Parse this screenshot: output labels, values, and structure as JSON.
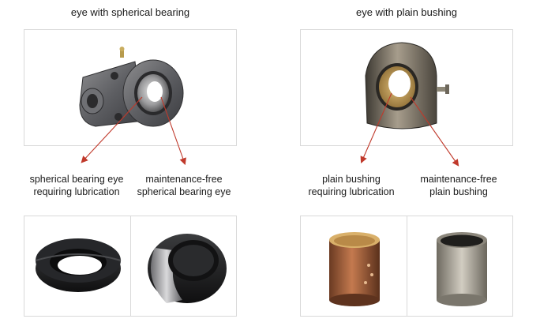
{
  "left": {
    "title": "eye with spherical bearing",
    "labels": {
      "a_line1": "spherical bearing eye",
      "a_line2": "requiring lubrication",
      "b_line1": "maintenance-free",
      "b_line2": "spherical bearing eye"
    }
  },
  "right": {
    "title": "eye with plain bushing",
    "labels": {
      "a_line1": "plain bushing",
      "a_line2": "requiring lubrication",
      "b_line1": "maintenance-free",
      "b_line2": "plain bushing"
    }
  },
  "colors": {
    "arrow": "#c0392b",
    "border": "#d9d9d9"
  }
}
